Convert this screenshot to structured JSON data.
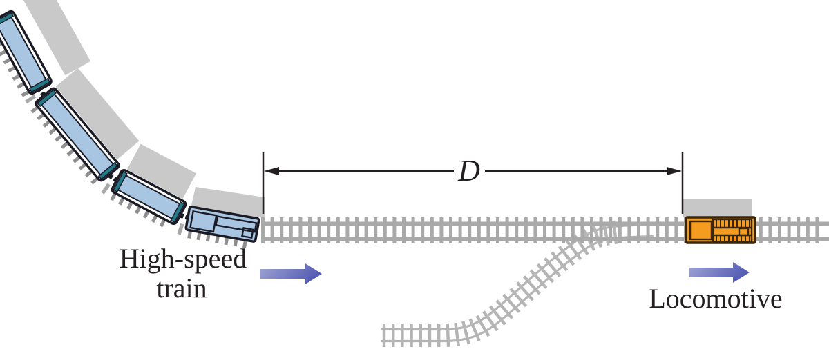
{
  "diagram": {
    "distance_label": "D",
    "train_label_line1": "High-speed",
    "train_label_line2": "train",
    "locomotive_label": "Locomotive"
  },
  "colors": {
    "car_blue": "#a8c6e2",
    "car_teal": "#257a8a",
    "car_outline": "#1b1b26",
    "ballast_gray": "#c9c9c9",
    "curve_tie_gray": "#8f8f8f",
    "track_gray": "#a9a9a9",
    "siding_gray": "#b5b5b5",
    "loco_orange": "#f49c1f",
    "loco_outline": "#3a2507",
    "shadow_gray": "#c7c7c7",
    "arrow_light": "#a2a7d4",
    "arrow_dark": "#545cb4",
    "text_color": "#231f20"
  }
}
